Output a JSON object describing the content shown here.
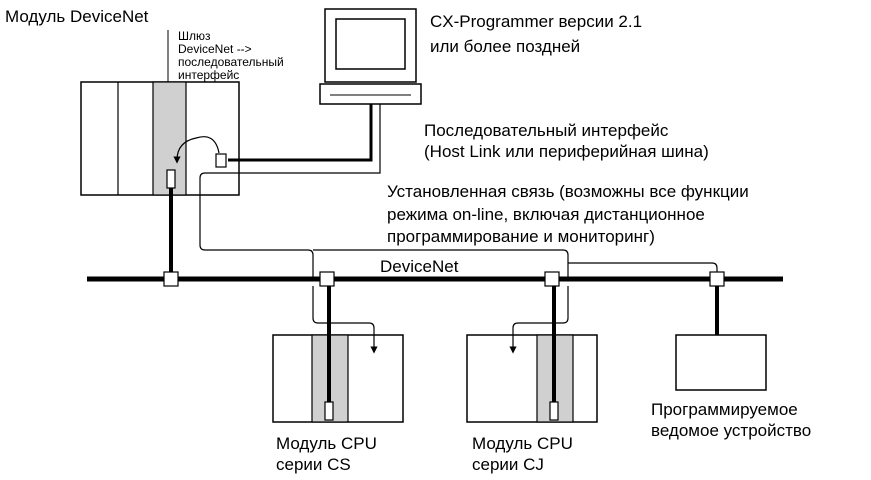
{
  "labels": {
    "devicenet_module": "Модуль DeviceNet",
    "gateway_line1": "Шлюз",
    "gateway_line2": "DeviceNet -->",
    "gateway_line3": "последовательный",
    "gateway_line4": "интерфейс",
    "cx_line1": "CX-Programmer версии 2.1",
    "cx_line2": "или более поздней",
    "serial_line1": "Последовательный интерфейс",
    "serial_line2": "(Host Link или периферийная шина)",
    "conn_line1": "Установленная связь (возможны все функции",
    "conn_line2": "режима on-line, включая дистанционное",
    "conn_line3": "программирование и мониторинг)",
    "devicenet_bus": "DeviceNet",
    "cpu_cs_line1": "Модуль CPU",
    "cpu_cs_line2": "серии CS",
    "cpu_cj_line1": "Модуль CPU",
    "cpu_cj_line2": "серии CJ",
    "slave_line1": "Программируемое",
    "slave_line2": "ведомое устройство"
  },
  "colors": {
    "line": "#000000",
    "module_fill": "#d0d0d0",
    "background": "#ffffff"
  },
  "icons": [
    "computer-icon",
    "arrow-icon",
    "connector-icon"
  ]
}
